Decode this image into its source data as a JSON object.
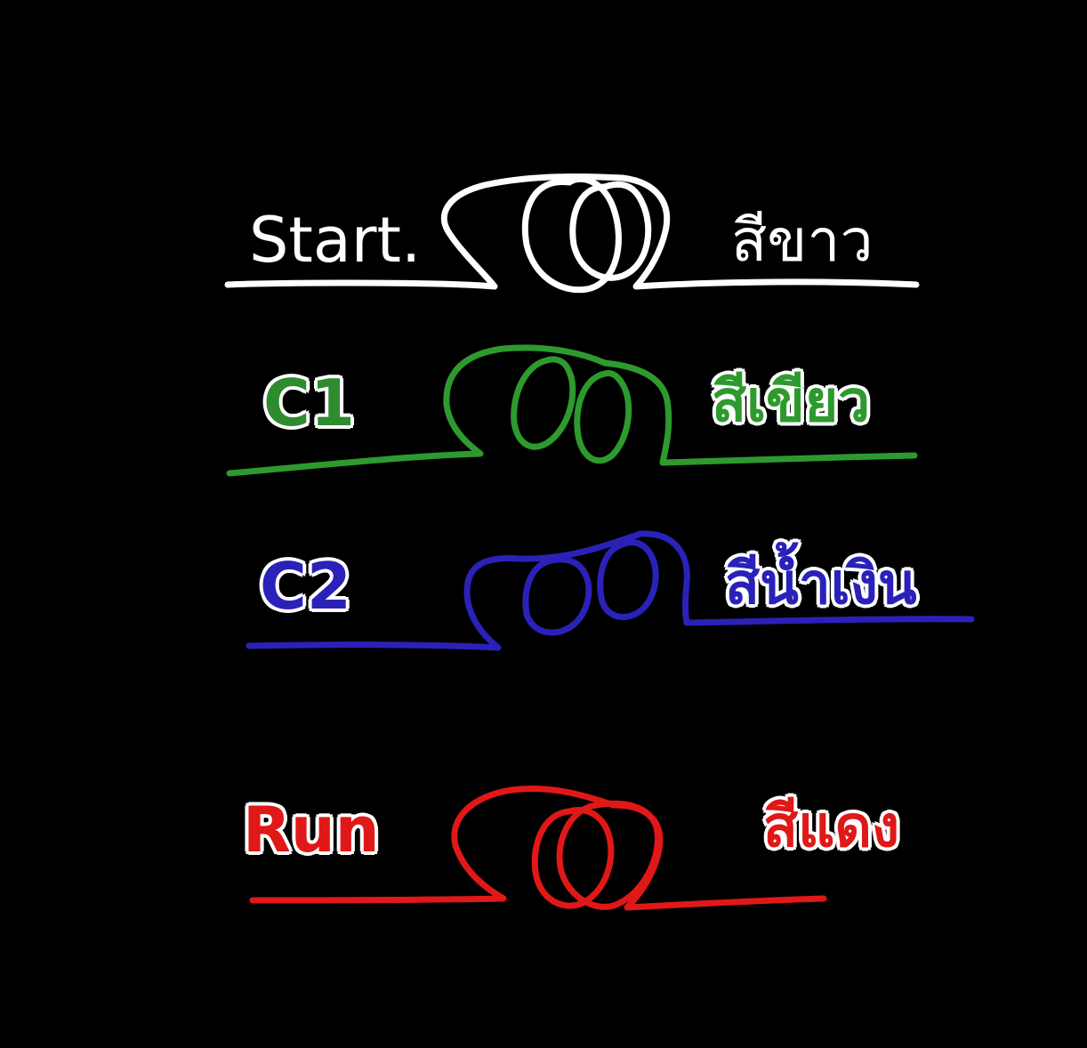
{
  "background_color": "#000000",
  "rows": [
    {
      "id": "start",
      "label": "Start.",
      "thai_label": "สีขาว",
      "color": "#ffffff"
    },
    {
      "id": "c1",
      "label": "C1",
      "thai_label": "สีเขียว",
      "color": "#2e9a2e"
    },
    {
      "id": "c2",
      "label": "C2",
      "thai_label": "สีน้ำเงิน",
      "color": "#2a22b8"
    },
    {
      "id": "run",
      "label": "Run",
      "thai_label": "สีแดง",
      "color": "#e01818"
    }
  ]
}
